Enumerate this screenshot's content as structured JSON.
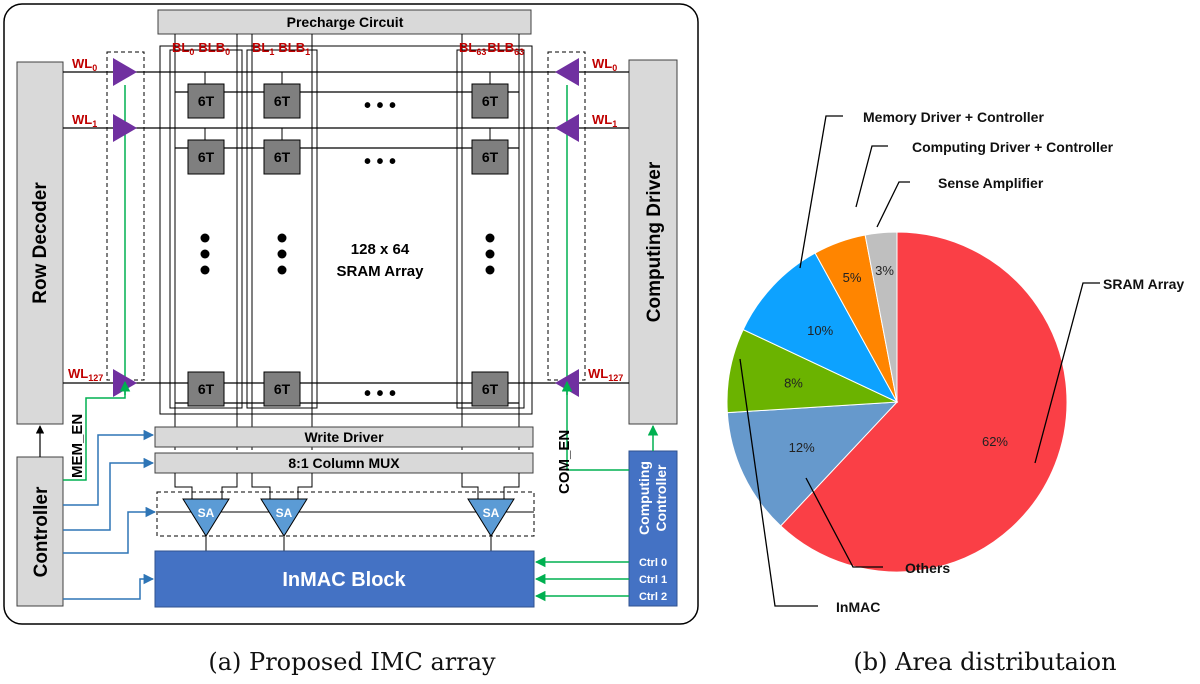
{
  "diagram": {
    "precharge": "Precharge Circuit",
    "row_decoder": "Row Decoder",
    "computing_driver": "Computing Driver",
    "controller": "Controller",
    "computing_controller_1": "Computing",
    "computing_controller_2": "Controller",
    "write_driver": "Write Driver",
    "column_mux": "8:1 Column MUX",
    "inmac_block": "InMAC Block",
    "array_line1": "128 x 64",
    "array_line2": "SRAM Array",
    "cell": "6T",
    "sa": "SA",
    "mem_en": "MEM_EN",
    "com_en": "COM_EN",
    "ellipsis": "• • •",
    "wordlines": [
      {
        "base": "WL",
        "sub": "0"
      },
      {
        "base": "WL",
        "sub": "1"
      },
      {
        "base": "WL",
        "sub": "127"
      }
    ],
    "bitlines": [
      {
        "bl": "BL",
        "bl_sub": "0",
        "blb": "BLB",
        "blb_sub": "0"
      },
      {
        "bl": "BL",
        "bl_sub": "1",
        "blb": "BLB",
        "blb_sub": "1"
      },
      {
        "bl": "BL",
        "bl_sub": "63",
        "blb": "BLB",
        "blb_sub": "63"
      }
    ],
    "ctrl": [
      "Ctrl 0",
      "Ctrl 1",
      "Ctrl 2"
    ],
    "caption": "(a)  Proposed IMC array",
    "colors": {
      "block_blue": "#4472c4",
      "gray_block": "#d9d9d9",
      "cell_gray": "#7f7f7f",
      "triangle_purple": "#7030a0",
      "sa_blue": "#5b9bd5",
      "signal_green": "#00b050",
      "signal_blue": "#2e75b6",
      "label_red": "#c00000"
    }
  },
  "chart_data": {
    "type": "pie",
    "title": "",
    "slices": [
      {
        "label": "SRAM Array",
        "value": 62,
        "display": "62%",
        "color": "#fa3f46"
      },
      {
        "label": "Others",
        "value": 12,
        "display": "12%",
        "color": "#6699cc"
      },
      {
        "label": "InMAC",
        "value": 8,
        "display": "8%",
        "color": "#6bb300"
      },
      {
        "label": "Memory Driver + Controller",
        "value": 10,
        "display": "10%",
        "color": "#0da2ff"
      },
      {
        "label": "Computing Driver + Controller",
        "value": 5,
        "display": "5%",
        "color": "#ff8500"
      },
      {
        "label": "Sense Amplifier",
        "value": 3,
        "display": "3%",
        "color": "#bfbfbf"
      }
    ],
    "start_angle_deg": 0,
    "direction": "clockwise",
    "legend": "none",
    "caption": "(b)  Area distributaion"
  }
}
